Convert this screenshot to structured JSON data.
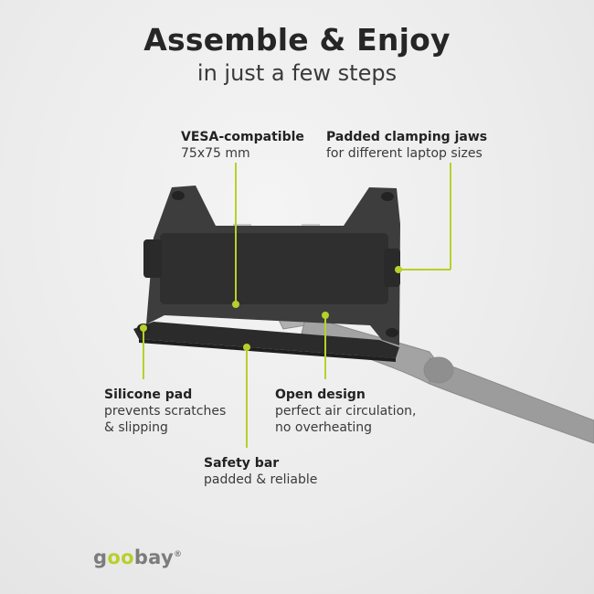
{
  "header": {
    "title": "Assemble & Enjoy",
    "subtitle": "in just a few steps"
  },
  "callouts": {
    "vesa": {
      "head": "VESA-compatible",
      "body": "75x75 mm"
    },
    "jaws": {
      "head": "Padded clamping jaws",
      "body": "for different laptop sizes"
    },
    "silicone": {
      "head": "Silicone pad",
      "body1": "prevents scratches",
      "body2": "& slipping"
    },
    "open": {
      "head": "Open design",
      "body1": "perfect air circulation,",
      "body2": "no overheating"
    },
    "safety": {
      "head": "Safety bar",
      "body": "padded & reliable"
    }
  },
  "logo": {
    "pre": "g",
    "mid": "oo",
    "post": "bay",
    "mark": "®"
  },
  "colors": {
    "accent": "#b9cf2a",
    "plate": "#3c3c3c",
    "arm": "#9a9a9a",
    "background": "#ededed"
  }
}
